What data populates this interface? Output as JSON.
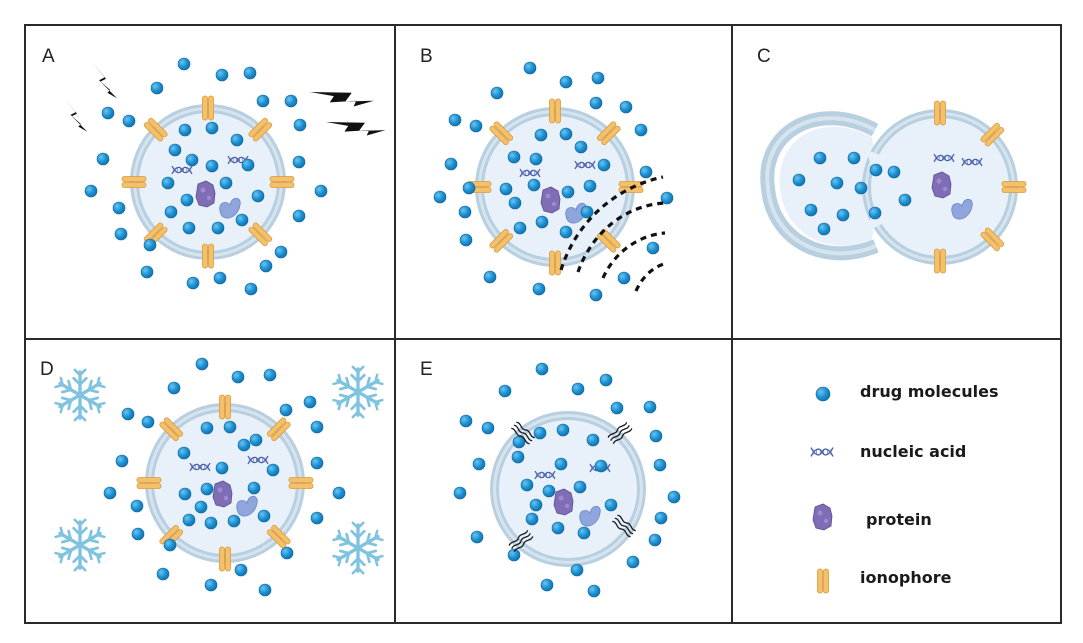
{
  "panels": [
    {
      "label": "A",
      "treatment": "electroporation"
    },
    {
      "label": "B",
      "treatment": "sonication"
    },
    {
      "label": "C",
      "treatment": "membrane-fusion"
    },
    {
      "label": "D",
      "treatment": "freeze-thaw"
    },
    {
      "label": "E",
      "treatment": "surfactant"
    }
  ],
  "legend": [
    {
      "icon": "drug-molecule-icon",
      "text": "drug molecules"
    },
    {
      "icon": "nucleic-acid-icon",
      "text": "nucleic acid"
    },
    {
      "icon": "protein-icon",
      "text": "protein"
    },
    {
      "icon": "ionophore-icon",
      "text": "ionophore"
    }
  ],
  "colors": {
    "drug": "#1a8fd1",
    "membrane": "#b8cfe0",
    "interior": "#e8f1fa",
    "ionophore": "#f5c06a",
    "protein": "#7f6db6",
    "protein_light": "#8ea6dc",
    "nucleic": "#4a5fa8",
    "snowflake": "#7fc3df",
    "grid": "#2a2a2a"
  }
}
